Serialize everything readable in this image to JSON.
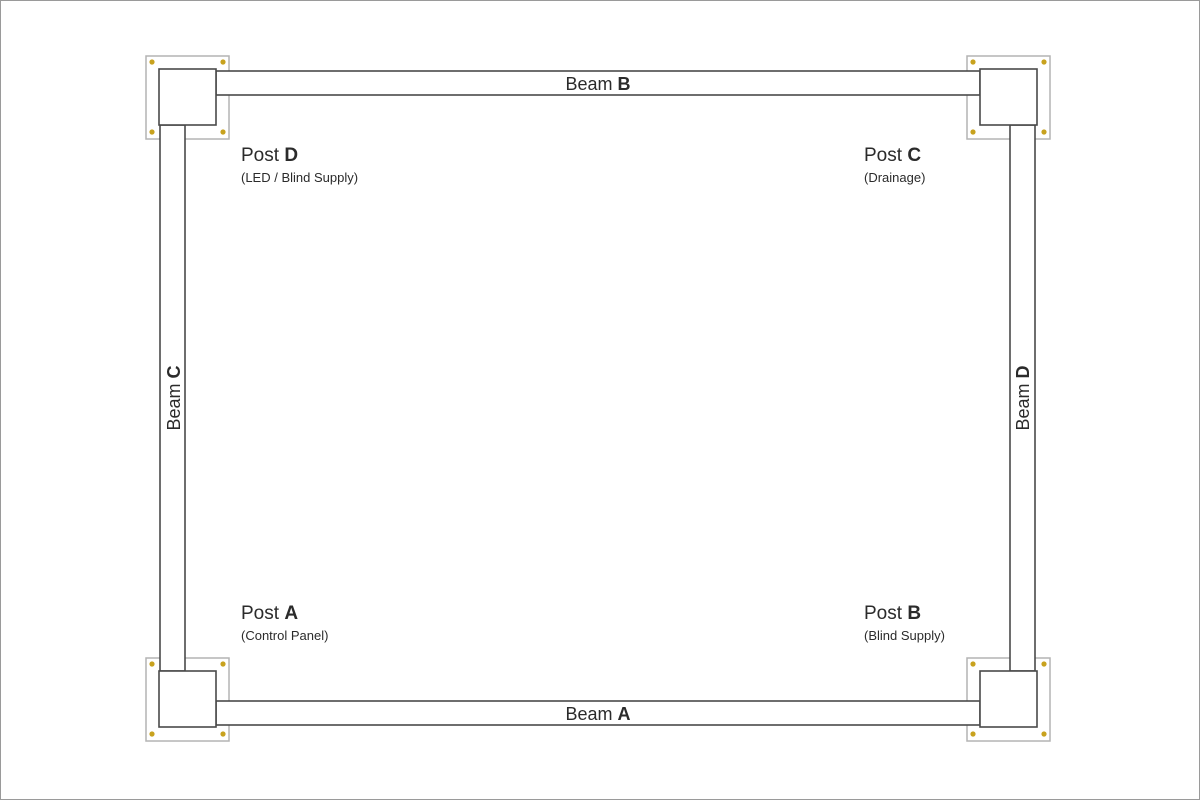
{
  "colors": {
    "stroke": "#4a4a4a",
    "plate_stroke": "#b4b4b4",
    "bolt": "#c8a21e",
    "text": "#2b2b2b"
  },
  "beams": {
    "a": {
      "word": "Beam",
      "letter": "A"
    },
    "b": {
      "word": "Beam",
      "letter": "B"
    },
    "c": {
      "word": "Beam",
      "letter": "C"
    },
    "d": {
      "word": "Beam",
      "letter": "D"
    }
  },
  "posts": {
    "a": {
      "word": "Post",
      "letter": "A",
      "note": "(Control Panel)"
    },
    "b": {
      "word": "Post",
      "letter": "B",
      "note": "(Blind Supply)"
    },
    "c": {
      "word": "Post",
      "letter": "C",
      "note": "(Drainage)"
    },
    "d": {
      "word": "Post",
      "letter": "D",
      "note": "(LED / Blind Supply)"
    }
  }
}
